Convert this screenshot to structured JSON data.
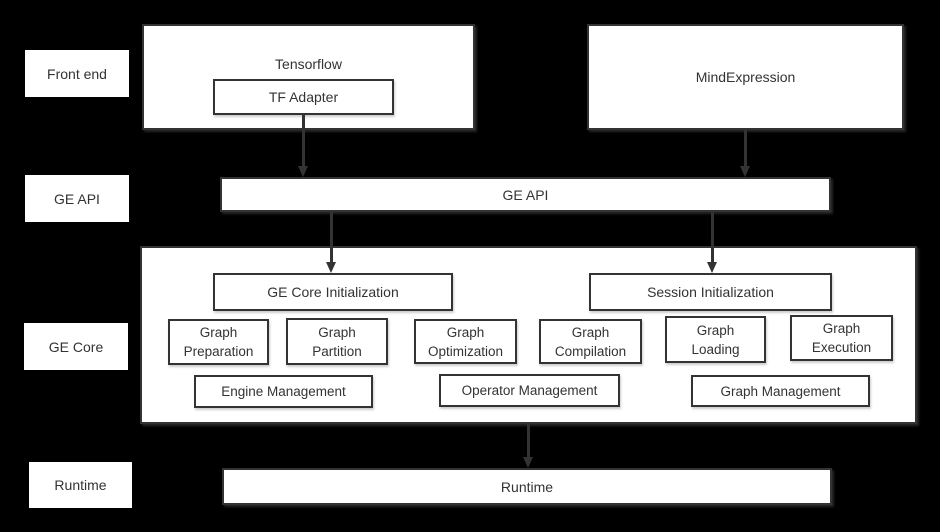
{
  "colors": {
    "background": "#000000",
    "box_fill": "#ffffff",
    "border": "#333333",
    "text": "#333333",
    "arrow": "#333333"
  },
  "row_labels": [
    {
      "id": "front-end",
      "label": "Front end"
    },
    {
      "id": "ge-api",
      "label": "GE API"
    },
    {
      "id": "ge-core",
      "label": "GE Core"
    },
    {
      "id": "runtime",
      "label": "Runtime"
    }
  ],
  "front_end": {
    "tensorflow": "Tensorflow",
    "tf_adapter": "TF Adapter",
    "mindexpression": "MindExpression"
  },
  "ge_api_bar": {
    "label": "GE API"
  },
  "ge_core": {
    "init_boxes": [
      "GE Core Initialization",
      "Session Initialization"
    ],
    "stages": [
      "Graph\nPreparation",
      "Graph\nPartition",
      "Graph\nOptimization",
      "Graph\nCompilation",
      "Graph\nLoading",
      "Graph\nExecution"
    ],
    "management": [
      "Engine Management",
      "Operator Management",
      "Graph Management"
    ]
  },
  "runtime_bar": {
    "label": "Runtime"
  }
}
